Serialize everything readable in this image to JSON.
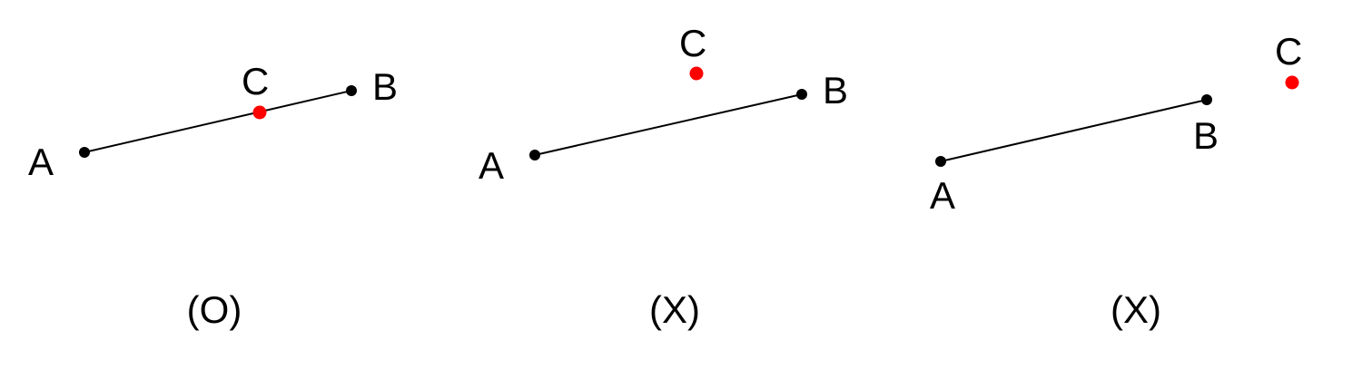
{
  "colors": {
    "line": "#000000",
    "endpoint": "#000000",
    "highlight": "#ff0000",
    "background": "#ffffff"
  },
  "panels": [
    {
      "point_a_label": "A",
      "point_b_label": "B",
      "point_c_label": "C",
      "verdict": "(O)"
    },
    {
      "point_a_label": "A",
      "point_b_label": "B",
      "point_c_label": "C",
      "verdict": "(X)"
    },
    {
      "point_a_label": "A",
      "point_b_label": "B",
      "point_c_label": "C",
      "verdict": "(X)"
    }
  ]
}
